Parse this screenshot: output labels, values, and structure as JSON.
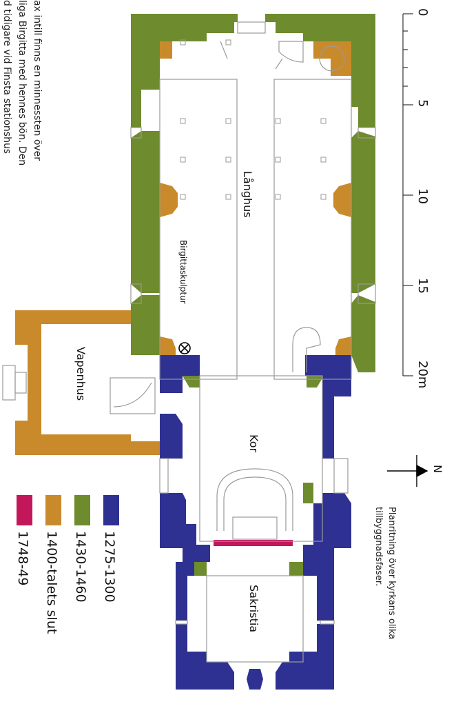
{
  "labels": {
    "nave": "Långhus",
    "porch": "Vapenhus",
    "chancel": "Kor",
    "sacristy": "Sakristia",
    "sculpture": "Birgittaskulptur",
    "north": "N",
    "scale_unit_label": "20m"
  },
  "caption": "Planritning över kyrkans olika tillbyggnadsfaser.",
  "side_text": [
    "ax intill finns en minnessten över",
    "liga Birgitta med hennes bön. Den",
    "d tidigare vid Finsta stationshus"
  ],
  "scale_ticks": [
    "0",
    "5",
    "10",
    "15",
    "20m"
  ],
  "legend": [
    {
      "label": "1275-1300",
      "color": "#2e3192"
    },
    {
      "label": "1430-1460",
      "color": "#6e8b2e"
    },
    {
      "label": "1400-talets slut",
      "color": "#c98a2b"
    },
    {
      "label": "1748-49",
      "color": "#c2185b"
    }
  ],
  "colors": {
    "blue": "#2e3192",
    "green": "#6e8b2e",
    "orange": "#c98a2b",
    "magenta": "#c2185b",
    "outline": "#9a9a9a"
  }
}
